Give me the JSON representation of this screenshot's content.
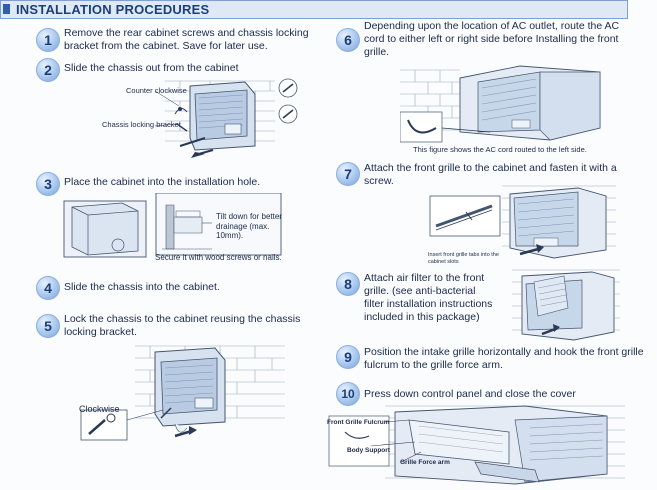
{
  "header": {
    "title": "INSTALLATION PROCEDURES"
  },
  "steps": [
    {
      "num": "1",
      "text": "Remove the rear cabinet screws and chassis locking bracket from the cabinet. Save for later use."
    },
    {
      "num": "2",
      "text": "Slide the chassis out from the cabinet"
    },
    {
      "num": "3",
      "text": "Place the cabinet into the installation hole."
    },
    {
      "num": "4",
      "text": "Slide the chassis into the cabinet."
    },
    {
      "num": "5",
      "text": "Lock the chassis to the cabinet reusing the chassis locking bracket."
    },
    {
      "num": "6",
      "text": "Depending upon the location of AC outlet, route the AC cord to either left or right side before Installing the front grille."
    },
    {
      "num": "7",
      "text": "Attach the front grille to the cabinet and fasten it with a screw."
    },
    {
      "num": "8",
      "text": "Attach air filter to the front grille. (see anti-bacterial filter installation instructions included in this package)"
    },
    {
      "num": "9",
      "text": "Position the intake grille horizontally and hook the front grille fulcrum to the grille force arm."
    },
    {
      "num": "10",
      "text": "Press down control panel and close the cover"
    }
  ],
  "labels": {
    "counter_clockwise": "Counter clockwise",
    "chassis_bracket": "Chassis locking bracket",
    "tilt_down": "Tilt down for better drainage (max. 10mm).",
    "secure_screws": "Secure it with wood screws or nails.",
    "clockwise": "Clockwise",
    "cord_left": "This figure shows the AC cord routed to the left side.",
    "insert_tabs": "Insert front grille tabs into the cabinet slots",
    "grille_fulcrum": "Front Grille Fulcrum",
    "body_support": "Body Support",
    "force_arm": "Grille Force arm"
  }
}
